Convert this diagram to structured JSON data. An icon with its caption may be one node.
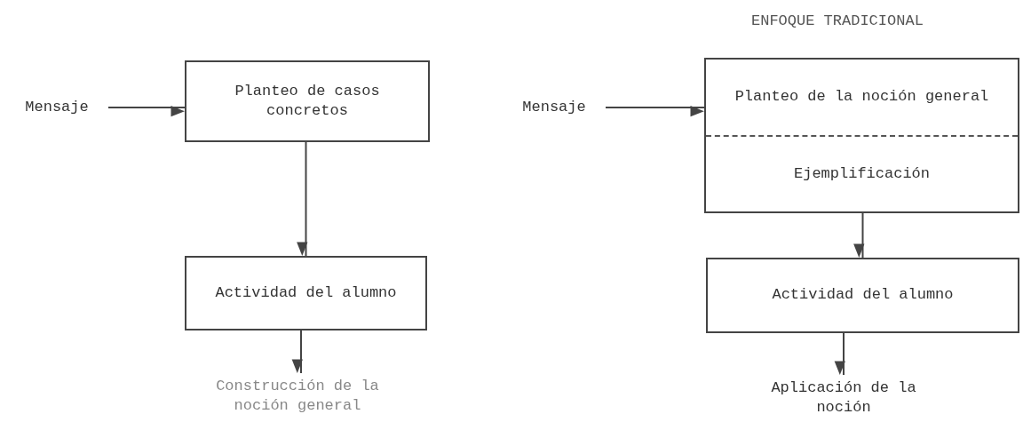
{
  "diagram": {
    "title": "ENFOQUE TRADICIONAL",
    "nodes": [
      {
        "text": [
          "Mensaje"
        ]
      },
      {
        "text": [
          "Planteo de casos concretos"
        ]
      },
      {
        "text": [
          "Actividad del alumno"
        ]
      },
      {
        "text": [
          "Construcción de la noción general"
        ]
      },
      {
        "text": [
          "Mensaje"
        ]
      },
      {
        "text": [
          "Planteo de la noción general",
          "Ejemplificación"
        ]
      },
      {
        "text": [
          "Actividad del alumno"
        ]
      },
      {
        "text": [
          "Aplicación de la noción"
        ]
      }
    ],
    "edges": [
      {
        "from": 0,
        "to": 1,
        "arrow": "to"
      },
      {
        "from": 1,
        "to": 2,
        "arrow": "to"
      },
      {
        "from": 2,
        "to": 3,
        "arrow": "to"
      },
      {
        "from": 4,
        "to": 5,
        "arrow": "to"
      },
      {
        "from": 5,
        "to": 6,
        "arrow": "to"
      },
      {
        "from": 6,
        "to": 7,
        "arrow": "to"
      }
    ]
  }
}
